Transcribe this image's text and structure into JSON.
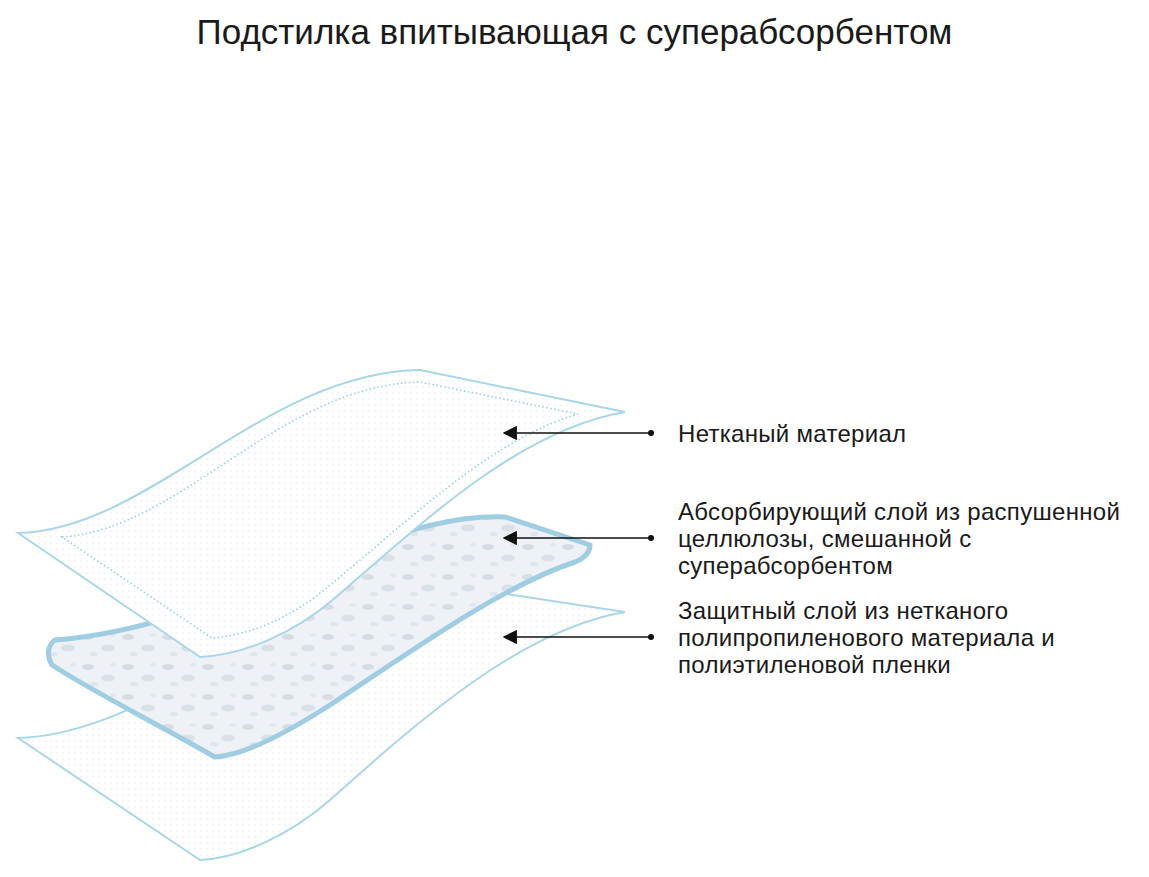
{
  "diagram": {
    "title": "Подстилка впитывающая с суперабсорбентом",
    "labels": [
      "Нетканый материал",
      "Абсорбирующий слой из распушенной целлюлозы, смешанной с суперабсорбентом",
      "Защитный слой из нетканого полипропиленового материала и полиэтиленовой пленки"
    ]
  }
}
